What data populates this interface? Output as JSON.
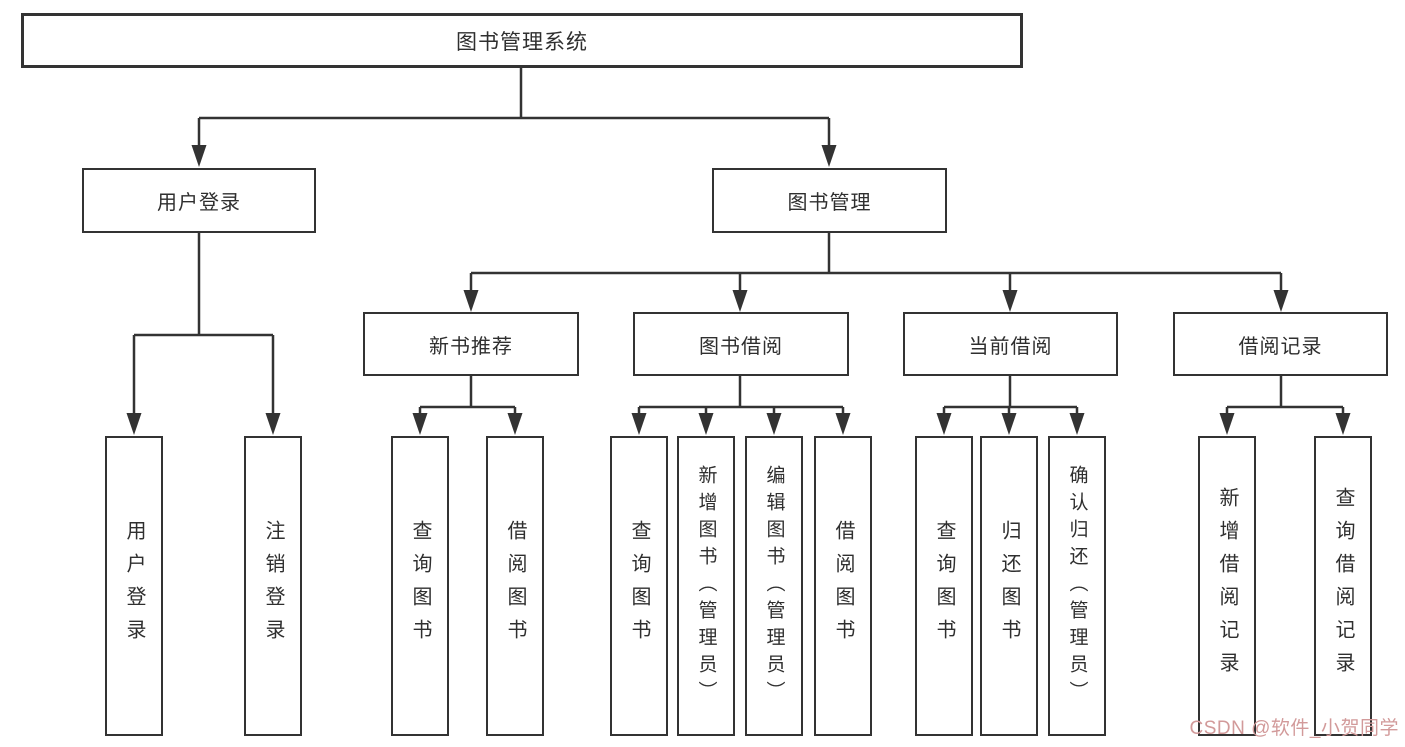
{
  "watermark": {
    "text": "CSDN @软件_小贺同学",
    "color": "#d29a9a"
  },
  "colors": {
    "line": "#333333",
    "box_border": "#333333",
    "text": "#2f2f2f",
    "background": "#ffffff"
  },
  "nodes": {
    "root": "图书管理系统",
    "user_login": "用户登录",
    "book_mgmt": "图书管理",
    "new_book_rec": "新书推荐",
    "book_borrow": "图书借阅",
    "current_borrow": "当前借阅",
    "borrow_record": "借阅记录",
    "leaf_user_login": "用户登录",
    "leaf_logout": "注销登录",
    "leaf_nb_query": "查询图书",
    "leaf_nb_borrow": "借阅图书",
    "leaf_bb_query": "查询图书",
    "leaf_bb_add": "新增图书（管理员）",
    "leaf_bb_edit": "编辑图书（管理员）",
    "leaf_bb_borrow": "借阅图书",
    "leaf_cb_query": "查询图书",
    "leaf_cb_return": "归还图书",
    "leaf_cb_confirm": "确认归还（管理员）",
    "leaf_br_add": "新增借阅记录",
    "leaf_br_query": "查询借阅记录"
  }
}
